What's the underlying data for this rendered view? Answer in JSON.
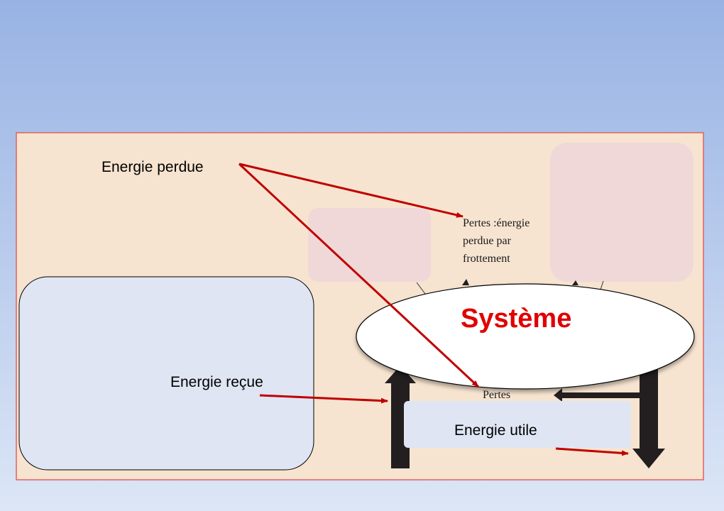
{
  "diagram": {
    "colors": {
      "slide_bg_top": "#98b3e3",
      "panel_bg": "#f7e4d0",
      "panel_border": "#e06060",
      "pink_box": "#f0d8d8",
      "blue_box": "#dfe5f3",
      "arrow_red": "#c00000",
      "block_arrow": "#231f20",
      "system_text": "#e00000"
    },
    "labels": {
      "energie_perdue": "Energie perdue",
      "energie_recue": "Energie reçue",
      "energie_utile": "Energie utile",
      "systeme": "Système"
    },
    "scan_text": {
      "pertes_line1": "Pertes :énergie",
      "pertes_line2": "perdue par",
      "pertes_line3": "frottement",
      "pertes_lower": "Pertes"
    }
  }
}
